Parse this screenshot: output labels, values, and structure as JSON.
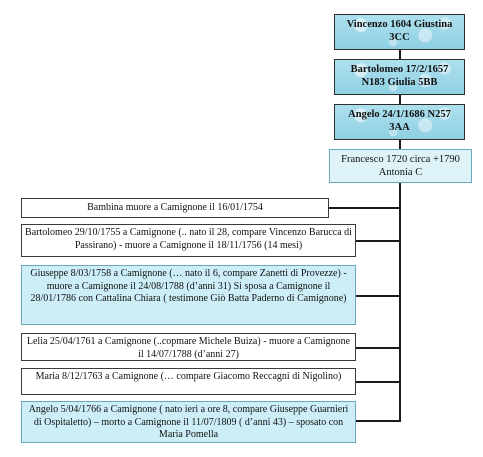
{
  "ancestors": [
    {
      "line1": "Vincenzo 1604 Giustina",
      "line2": "3CC"
    },
    {
      "line1": "Bartolomeo 17/2/1657",
      "line2": "N183 Giulia 5BB"
    },
    {
      "line1": "Angelo 24/1/1686 N257",
      "line2": "3AA"
    }
  ],
  "francesco": {
    "line1": "Francesco 1720 circa +1790",
    "line2": "Antonia C"
  },
  "children": [
    {
      "text": "Bambina  muore a Camignone il 16/01/1754"
    },
    {
      "text": "Bartolomeo 29/10/1755 a Camignone (.. nato il 28, compare Vincenzo Barucca di Passirano)  -  muore a Camignone il 18/11/1756 (14 mesi)"
    },
    {
      "text": "Giuseppe 8/03/1758 a Camignone (… nato il 6, compare Zanetti di Provezze) -  muore a Camignone il 24/08/1788  (d’anni 31) Si sposa a Camignone il 28/01/1786 con Cattalina Chiara  ( testimone Giò Batta Paderno di Camignone)"
    },
    {
      "text": "Lelia 25/04/1761 a Camignone (..copmare Michele Buiza)  -  muore a Camignone il 14/07/1788 (d’anni 27)"
    },
    {
      "text": "Maria 8/12/1763 a Camignone (… compare Giacomo Reccagni di Nigolino)"
    },
    {
      "text": "Angelo 5/04/1766 a Camignone ( nato ieri a ore 8, compare Giuseppe Guarnieri di Ospitaletto) – morto a Camignone il 11/07/1809 ( d’anni 43) – sposato con Maria Pomella"
    }
  ]
}
